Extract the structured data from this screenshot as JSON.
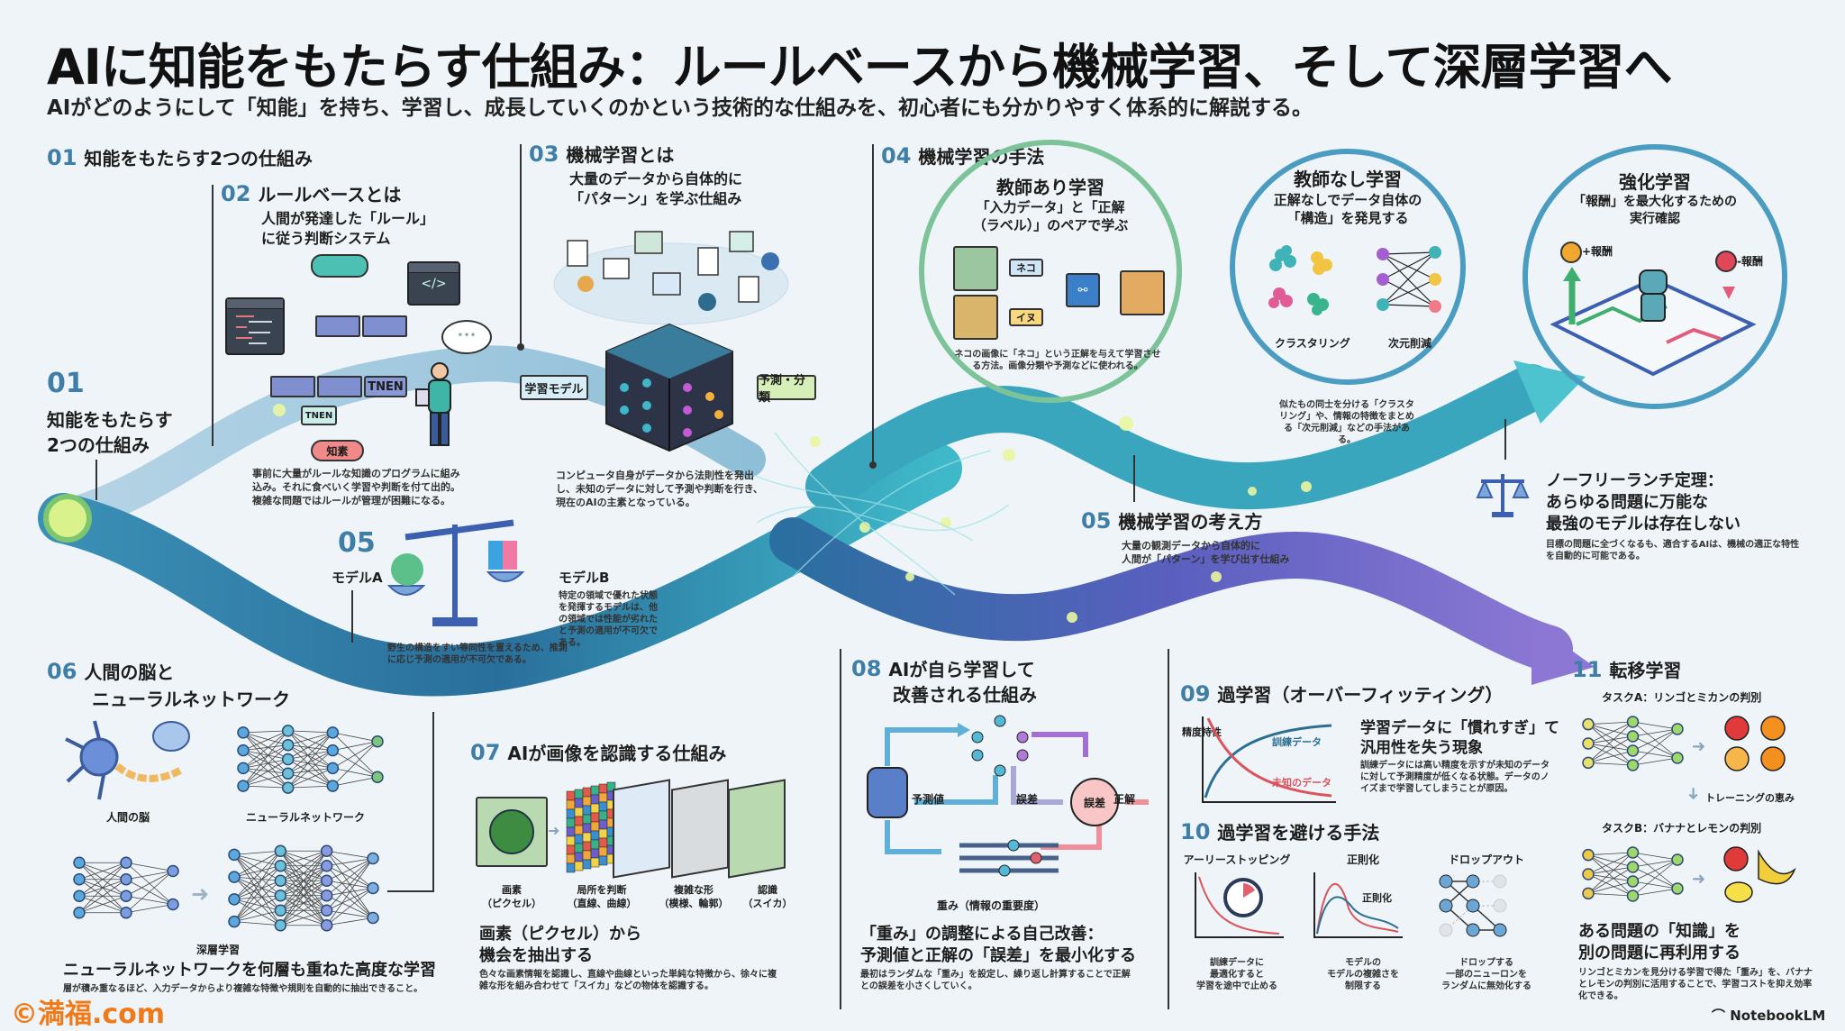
{
  "header": {
    "title": "AIに知能をもたらす仕組み：ルールベースから機械学習、そして深層学習へ",
    "subtitle": "AIがどのようにして「知能」を持ち、学習し、成長していくのかという技術的な仕組みを、初心者にも分かりやすく体系的に解説する。"
  },
  "colors": {
    "accent_number": "#3f7ea6",
    "flow_teal": "#2f8fb0",
    "flow_purple": "#7b6bd0",
    "supervised_ring": "#7cc39a",
    "unsupervised_ring": "#4a9cc0",
    "watermark": "#f07a1a"
  },
  "sections": {
    "s01_top": {
      "num": "01",
      "title": "知能をもたらす2つの仕組み"
    },
    "s01_left": {
      "num": "01",
      "title_line1": "知能をもたらす",
      "title_line2": "2つの仕組み"
    },
    "s02": {
      "num": "02",
      "title": "ルールベースとは",
      "subtitle_line1": "人間が発達した「ルール」",
      "subtitle_line2": "に従う判断システム",
      "box_label_1": "TNEN",
      "box_label_2": "TNEN",
      "badge": "知素",
      "code_icon": "</>",
      "thought": "•••",
      "desc": "事前に大量がルールな知識のプログラムに組み込み。それに食べいく学習や判断を付て出的。複雑な問題ではルールが管理が困難になる。"
    },
    "s03": {
      "num": "03",
      "title": "機械学習とは",
      "subtitle_line1": "大量のデータから自体的に",
      "subtitle_line2": "「パターン」を学ぶ仕組み",
      "input_label": "学習モデル",
      "output_label": "予測・分類",
      "desc": "コンピュータ自身がデータから法則性を発出し、未知のデータに対して予測や判断を行き、現在のAIの主素となっている。"
    },
    "s04": {
      "num": "04",
      "title": "機械学習の手法",
      "supervised": {
        "title": "教師あり学習",
        "subtitle_line1": "「入力データ」と「正解",
        "subtitle_line2": "（ラベル）」のペアで学ぶ",
        "label_cat": "ネコ",
        "label_dog": "イヌ",
        "desc": "ネコの画像に「ネコ」という正解を与えて学習させる方法。画像分類や予測などに使われる。"
      },
      "unsupervised": {
        "title": "教師なし学習",
        "subtitle_line1": "正解なしでデータ自体の",
        "subtitle_line2": "「構造」を発見する",
        "label_clustering": "クラスタリング",
        "label_dimred": "次元削減",
        "desc": "似たもの同士を分ける「クラスタリング」や、情報の特徴をまとめる「次元削減」などの手法がある。"
      },
      "reinforcement": {
        "title": "強化学習",
        "subtitle_line1": "「報酬」を最大化するための",
        "subtitle_line2": "実行確認",
        "plus_reward": "+報酬",
        "minus_reward": "-報酬"
      }
    },
    "s05_left": {
      "num": "05",
      "model_a": "モデルA",
      "model_b": "モデルB",
      "desc_b": "特定の領域で優れた状態を発揮するモデルは、他の領域では性能が劣れたと予測の適用が不可欠である。",
      "desc_a": "野生の構造をすい等同性を置えるため、推測に応じ予測の適用が不可欠である。"
    },
    "s05_right": {
      "num": "05",
      "title": "機械学習の考え方",
      "desc_line1": "大量の観測データから自体的に",
      "desc_line2": "人間が「パターン」を学び出す仕組み"
    },
    "nfl": {
      "title_line1": "ノーフリーランチ定理：",
      "title_line2": "あらゆる問題に万能な",
      "title_line3": "最強のモデルは存在しない",
      "desc": "目標の問題に全づくなるも、適合するAIは、機械の適正な特性を自動的に可能である。"
    },
    "s06": {
      "num": "06",
      "title_line1": "人間の脳と",
      "title_line2": "ニューラルネットワーク",
      "label_brain": "人間の脳",
      "label_nn": "ニューラルネットワーク",
      "label_deep": "深層学習",
      "headline": "ニューラルネットワークを何層も重ねた高度な学習",
      "desc": "層が積み重なるほど、入力データからより複雑な特徴や規則を自動的に抽出できること。"
    },
    "s07": {
      "num": "07",
      "title": "AIが画像を認識する仕組み",
      "steps": [
        {
          "line1": "画素",
          "line2": "（ピクセル）"
        },
        {
          "line1": "局所を判断",
          "line2": "（直線、曲線）"
        },
        {
          "line1": "複雑な形",
          "line2": "（模様、輪郭）"
        },
        {
          "line1": "認識",
          "line2": "（スイカ）"
        }
      ],
      "headline_line1": "画素（ピクセル）から",
      "headline_line2": "機会を抽出する",
      "desc": "色々な画素情報を認識し、直線や曲線といった単純な特徴から、徐々に複雑な形を組み合わせて「スイカ」などの物体を認識する。"
    },
    "s08": {
      "num": "08",
      "title_line1": "AIが自ら学習して",
      "title_line2": "改善される仕組み",
      "label_pred": "予測値",
      "label_error": "誤差",
      "label_error_circle": "誤差",
      "label_correct": "正解",
      "label_weights": "重み（情報の重要度）",
      "headline_line1": "「重み」の調整による自己改善：",
      "headline_line2": "予測値と正解の「誤差」を最小化する",
      "desc": "最初はランダムな「重み」を設定し、繰り返し計算することで正解との誤差を小さくしていく。"
    },
    "s09": {
      "num": "09",
      "title": "過学習（オーバーフィッティング）",
      "axis_label": "精度持性",
      "legend_train": "訓練データ",
      "legend_test": "未知のデータ",
      "headline_line1": "学習データに「慣れすぎ」て",
      "headline_line2": "汎用性を失う現象",
      "desc": "訓練データには高い精度を示すが未知のデータに対して予測精度が低くなる状態。データのノイズまで学習してしまうことが原因。"
    },
    "s10": {
      "num": "10",
      "title": "過学習を避ける手法",
      "methods": [
        {
          "name": "アーリーストッピング",
          "desc_line1": "訓練データに",
          "desc_line2": "最適化すると",
          "desc_line3": "学習を途中で止める"
        },
        {
          "name": "正則化",
          "inner_label": "正則化",
          "desc_line1": "モデルの",
          "desc_line2": "モデルの複雑さを",
          "desc_line3": "制限する"
        },
        {
          "name": "ドロップアウト",
          "desc_line1": "ドロップする",
          "desc_line2": "一部のニューロンを",
          "desc_line3": "ランダムに無効化する"
        }
      ]
    },
    "s11": {
      "num": "11",
      "title": "転移学習",
      "task_a": "タスクA：リンゴとミカンの判別",
      "transfer_label": "トレーニングの恵み",
      "task_b": "タスクB：バナナとレモンの判別",
      "headline_line1": "ある問題の「知識」を",
      "headline_line2": "別の問題に再利用する",
      "desc": "リンゴとミカンを見分ける学習で得た「重み」を、バナナとレモンの判別に活用することで、学習コストを抑え効率化できる。"
    }
  },
  "branding": {
    "notebooklm": "NotebookLM",
    "watermark": "©満福.com"
  }
}
